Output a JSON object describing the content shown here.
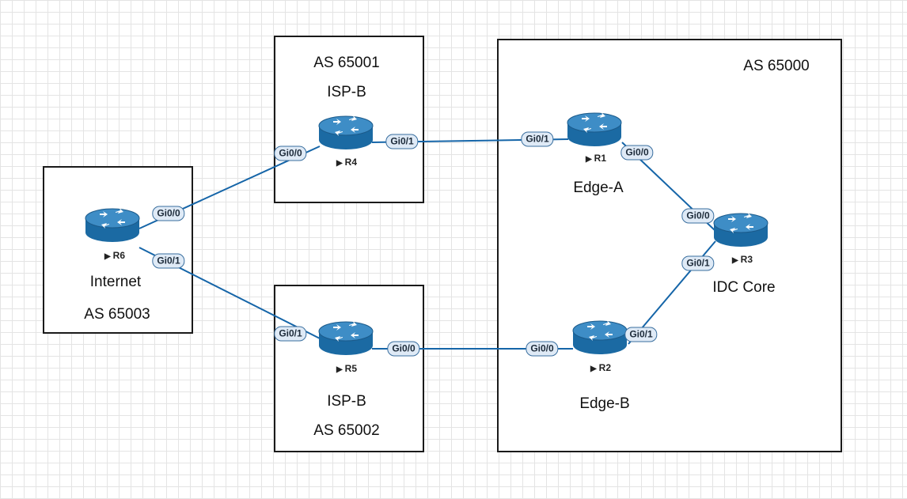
{
  "areas": {
    "internet": {
      "name": "Internet",
      "as": "AS 65003"
    },
    "isp_top": {
      "as": "AS 65001",
      "name": "ISP-B"
    },
    "isp_bottom": {
      "name": "ISP-B",
      "as": "AS 65002"
    },
    "idc": {
      "as": "AS 65000"
    }
  },
  "routers": {
    "r6": {
      "label": "R6"
    },
    "r4": {
      "label": "R4"
    },
    "r5": {
      "label": "R5"
    },
    "r1": {
      "label": "R1",
      "name": "Edge-A"
    },
    "r2": {
      "label": "R2",
      "name": "Edge-B"
    },
    "r3": {
      "label": "R3",
      "name": "IDC Core"
    }
  },
  "ports": {
    "r6_gi00": "Gi0/0",
    "r6_gi01": "Gi0/1",
    "r4_gi00": "Gi0/0",
    "r4_gi01": "Gi0/1",
    "r5_gi01": "Gi0/1",
    "r5_gi00": "Gi0/0",
    "r1_gi01": "Gi0/1",
    "r1_gi00": "Gi0/0",
    "r2_gi00": "Gi0/0",
    "r2_gi01": "Gi0/1",
    "r3_gi00": "Gi0/0",
    "r3_gi01": "Gi0/1"
  },
  "links": [
    {
      "from": "R6",
      "from_port": "Gi0/0",
      "to": "R4",
      "to_port": "Gi0/0"
    },
    {
      "from": "R6",
      "from_port": "Gi0/1",
      "to": "R5",
      "to_port": "Gi0/1"
    },
    {
      "from": "R4",
      "from_port": "Gi0/1",
      "to": "R1",
      "to_port": "Gi0/1"
    },
    {
      "from": "R5",
      "from_port": "Gi0/0",
      "to": "R2",
      "to_port": "Gi0/0"
    },
    {
      "from": "R1",
      "from_port": "Gi0/0",
      "to": "R3",
      "to_port": "Gi0/0"
    },
    {
      "from": "R2",
      "from_port": "Gi0/1",
      "to": "R3",
      "to_port": "Gi0/1"
    }
  ],
  "colors": {
    "link": "#1565a8",
    "router_body": "#1b6aa3",
    "router_top": "#3e8dc6",
    "port_bg": "#dfeaf6"
  },
  "icons": {
    "router": "router-icon",
    "start": "play-icon"
  }
}
